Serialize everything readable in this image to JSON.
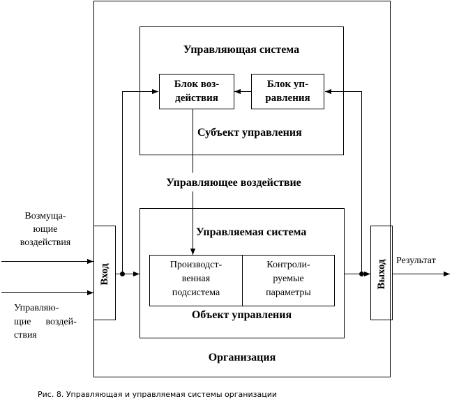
{
  "diagram": {
    "organization_label": "Организация",
    "control_system": {
      "title": "Управляющая система",
      "block_action_line1": "Блок воз-",
      "block_action_line2": "действия",
      "block_control_line1": "Блок уп-",
      "block_control_line2": "равления",
      "subject_label": "Субъект управления"
    },
    "control_action_label": "Управляющее воздействие",
    "controlled_system": {
      "title": "Управляемая система",
      "production_line1": "Производст-",
      "production_line2": "венная",
      "production_line3": "подсистема",
      "params_line1": "Контроли-",
      "params_line2": "руемые",
      "params_line3": "параметры",
      "object_label": "Объект управления"
    },
    "input_label": "Вход",
    "output_label": "Выход",
    "disturbance_line1": "Возмуща-",
    "disturbance_line2": "ющие",
    "disturbance_line3": "воздействия",
    "control_inputs_line1": "Управляю-",
    "control_inputs_line2": "щие      воздей-",
    "control_inputs_line3": "ствия",
    "result_label": "Результат"
  },
  "caption": "Рис. 8. Управляющая и управляемая системы организации"
}
